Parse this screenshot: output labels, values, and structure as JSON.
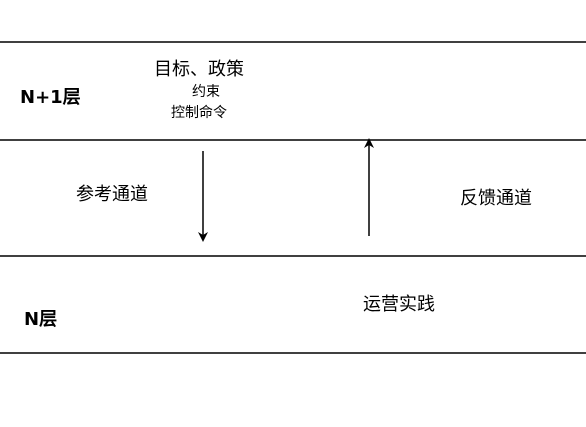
{
  "layers": {
    "upper": {
      "label": "N+1层"
    },
    "lower": {
      "label": "N层"
    }
  },
  "upper_content": {
    "goals": "目标、政策",
    "constraints": "约束",
    "control": "控制命令"
  },
  "channels": {
    "reference": "参考通道",
    "feedback": "反馈通道"
  },
  "lower_content": {
    "operations": "运营实践"
  },
  "colors": {
    "line": "#000000",
    "background": "#ffffff"
  }
}
